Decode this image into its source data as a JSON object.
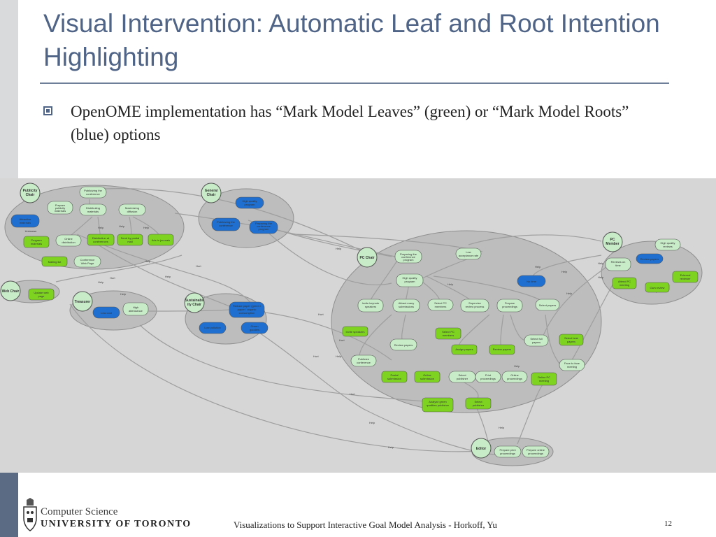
{
  "slide": {
    "title": "Visual Intervention:  Automatic Leaf and Root Intention Highlighting",
    "bullet": "OpenOME implementation has “Mark Model Leaves” (green) or “Mark Model Roots” (blue) options",
    "footer": "Visualizations to Support Interactive Goal Model Analysis - Horkoff, Yu",
    "page_number": "12"
  },
  "logo": {
    "line1": "Computer Science",
    "line2": "UNIVERSITY OF TORONTO"
  },
  "colors": {
    "title": "#4f6486",
    "leaf": "#7ed321",
    "root": "#1f6fd1",
    "goal": "#c8ecc8",
    "boundary": "#bdbdbd",
    "canvas": "#d6d6d6"
  },
  "diagram": {
    "actors": [
      {
        "label": "Publicity Chair"
      },
      {
        "label": "General Chair"
      },
      {
        "label": "Web Chair"
      },
      {
        "label": "Treasurer"
      },
      {
        "label": "Sustainability Chair"
      },
      {
        "label": "PC Chair"
      },
      {
        "label": "PC Member"
      },
      {
        "label": "Editor"
      }
    ],
    "elements": [
      {
        "text": "Publicizing the conference",
        "kind": "goal"
      },
      {
        "text": "Prepare publicity materials",
        "kind": "goal"
      },
      {
        "text": "Distributing materials",
        "kind": "goal"
      },
      {
        "text": "Maximizing diffusion",
        "kind": "goal"
      },
      {
        "text": "Attractive materials",
        "kind": "root"
      },
      {
        "text": "Unknown",
        "kind": "text"
      },
      {
        "text": "Program materials",
        "kind": "leaf"
      },
      {
        "text": "Online distribution",
        "kind": "goal"
      },
      {
        "text": "Distribution at conferences",
        "kind": "leaf"
      },
      {
        "text": "Send by postal mail",
        "kind": "leaf"
      },
      {
        "text": "Ads in journals",
        "kind": "leaf"
      },
      {
        "text": "Mailing list",
        "kind": "leaf"
      },
      {
        "text": "Conference Web Page",
        "kind": "goal"
      },
      {
        "text": "High quality program",
        "kind": "root"
      },
      {
        "text": "Publicizing the conference",
        "kind": "root"
      },
      {
        "text": "Preparing the conference program",
        "kind": "root"
      },
      {
        "text": "Update web page",
        "kind": "leaf"
      },
      {
        "text": "Low cost",
        "kind": "root"
      },
      {
        "text": "High attendance",
        "kind": "goal"
      },
      {
        "text": "Reduce paper (green / paper / organic consumption",
        "kind": "root"
      },
      {
        "text": "Low pollution",
        "kind": "root"
      },
      {
        "text": "Green goodies",
        "kind": "root"
      },
      {
        "text": "Preparing the conference program",
        "kind": "goal"
      },
      {
        "text": "Low acceptance rate",
        "kind": "goal"
      },
      {
        "text": "High quality program",
        "kind": "goal"
      },
      {
        "text": "No time",
        "kind": "root"
      },
      {
        "text": "Invite keynote speakers",
        "kind": "goal"
      },
      {
        "text": "Attract many submissions",
        "kind": "goal"
      },
      {
        "text": "Select PC members",
        "kind": "goal"
      },
      {
        "text": "Supervise review process",
        "kind": "goal"
      },
      {
        "text": "Prepare proceedings",
        "kind": "goal"
      },
      {
        "text": "Select papers",
        "kind": "goal"
      },
      {
        "text": "Invite speakers",
        "kind": "leaf"
      },
      {
        "text": "Select PC members",
        "kind": "leaf"
      },
      {
        "text": "Review papers",
        "kind": "goal"
      },
      {
        "text": "Assign papers",
        "kind": "leaf"
      },
      {
        "text": "Review papers",
        "kind": "leaf"
      },
      {
        "text": "Select full papers",
        "kind": "goal"
      },
      {
        "text": "Select best papers",
        "kind": "leaf"
      },
      {
        "text": "Publicize conference",
        "kind": "goal"
      },
      {
        "text": "Postal submission",
        "kind": "leaf"
      },
      {
        "text": "Online submission",
        "kind": "leaf"
      },
      {
        "text": "Select publisher",
        "kind": "goal"
      },
      {
        "text": "Print proceedings",
        "kind": "goal"
      },
      {
        "text": "Online proceedings",
        "kind": "goal"
      },
      {
        "text": "Online PC meeting",
        "kind": "leaf"
      },
      {
        "text": "Face to face meeting",
        "kind": "goal"
      },
      {
        "text": "Analyze green qualities publisher",
        "kind": "leaf"
      },
      {
        "text": "Select publisher",
        "kind": "leaf"
      },
      {
        "text": "High quality reviews",
        "kind": "goal"
      },
      {
        "text": "Review papers",
        "kind": "root"
      },
      {
        "text": "Reviews on time",
        "kind": "goal"
      },
      {
        "text": "Attend PC meeting",
        "kind": "leaf"
      },
      {
        "text": "Own review",
        "kind": "leaf"
      },
      {
        "text": "External reviewer",
        "kind": "leaf"
      },
      {
        "text": "Prepare print proceedings",
        "kind": "goal"
      },
      {
        "text": "Prepare online proceedings",
        "kind": "goal"
      }
    ],
    "link_labels": [
      "Help",
      "Hurt"
    ]
  }
}
